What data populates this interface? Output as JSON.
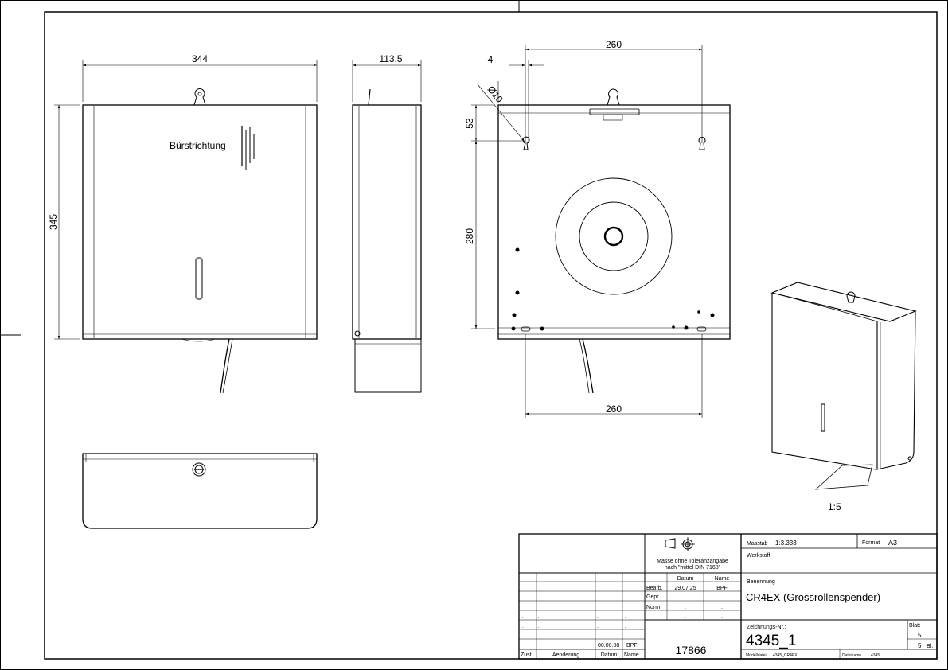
{
  "drawing": {
    "front_view": {
      "width": "344",
      "height": "345",
      "brush_label": "Bürstrichtung"
    },
    "side_view": {
      "depth": "113.5"
    },
    "rear_view": {
      "hole_spacing_top": "260",
      "edge_offset": "4",
      "hole_diameter": "Ø10",
      "top_offset": "53",
      "vertical_distance": "280",
      "hole_spacing_bottom": "260"
    },
    "iso_scale": "1:5"
  },
  "title_block": {
    "tolerance_note_line1": "Masse ohne Toleranzangabe",
    "tolerance_note_line2": "nach \"mittel DIN 7168\"",
    "masstab_label": "Masstab",
    "masstab_value": "1:3.333",
    "format_label": "Format",
    "format_value": "A3",
    "werkstoff_label": "Werkstoff",
    "benennung_label": "Benennung",
    "benennung_value": "CR4EX (Grossrollenspender)",
    "datum_header": "Datum",
    "name_header": "Name",
    "bearb_label": "Bearb.",
    "bearb_date": "29.07.25",
    "bearb_name": "BPF",
    "gepr_label": "Gepr.",
    "norm_label": "Norm",
    "dot": ".",
    "rev_date": "00.00.08",
    "rev_name": "BPF",
    "zust_header": "Zust.",
    "aenderung_header": "Aenderung",
    "datum_col_header": "Datum",
    "name_col_header": "Name",
    "number_17866": "17866",
    "zeichnungs_label": "Zeichnungs-Nr.:",
    "zeichnungs_value": "4345_1",
    "blatt_label": "Blatt",
    "blatt_value": "5",
    "blatt_total": "5",
    "bl_label": "Bl.",
    "modelldatei_label": "Modelldatei",
    "modelldatei_value": "4345_CR4EX",
    "dateiname_label": "Dateiname",
    "dateiname_value": "4345"
  }
}
